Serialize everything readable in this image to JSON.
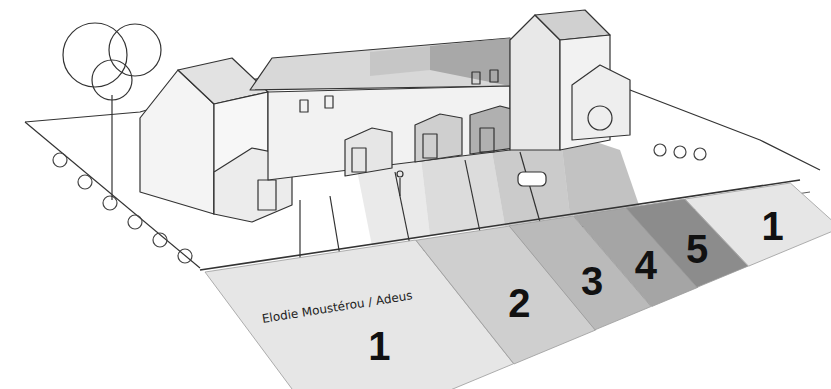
{
  "diagram": {
    "nodes": [
      {
        "text": [
          "1"
        ]
      },
      {
        "text": [
          "2"
        ]
      },
      {
        "text": [
          "3"
        ]
      },
      {
        "text": [
          "4"
        ]
      },
      {
        "text": [
          "5"
        ]
      },
      {
        "text": [
          "1"
        ]
      }
    ],
    "labels": [
      "Elodie Moustérou / Adeus"
    ]
  }
}
